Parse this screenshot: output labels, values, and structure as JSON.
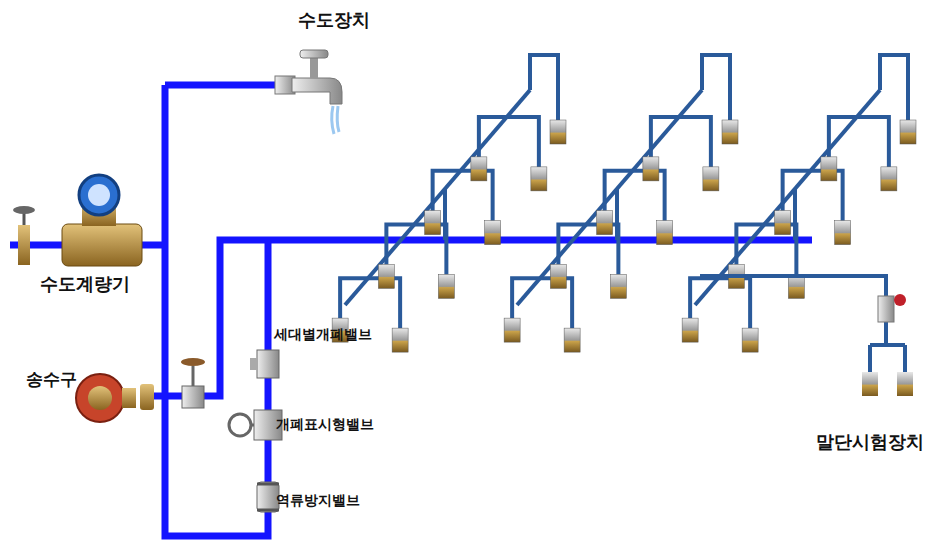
{
  "diagram": {
    "labels": [
      "수도장치",
      "수도계량기",
      "송수구",
      "세대별개폐밸브",
      "개폐표시형밸브",
      "역류방지밸브",
      "말단시험장치"
    ]
  }
}
